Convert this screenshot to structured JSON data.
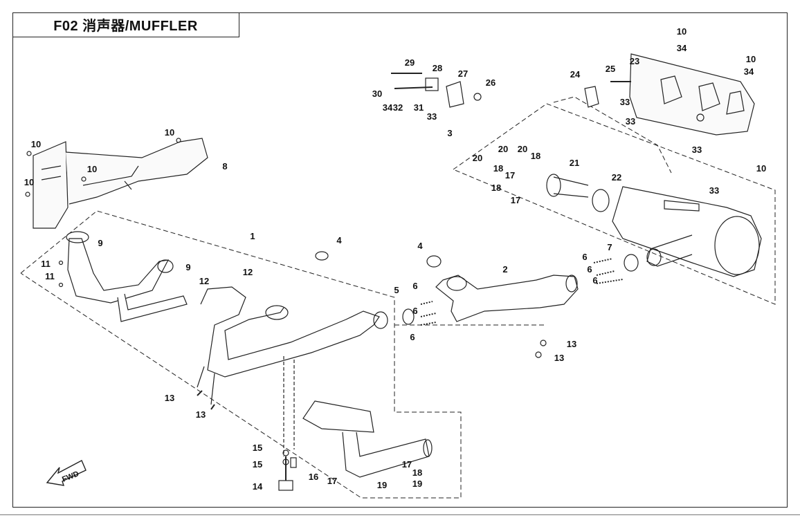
{
  "diagram": {
    "title": "F02 消声器/MUFFLER",
    "fwd_label": "FWD",
    "callouts": [
      {
        "n": "1"
      },
      {
        "n": "2"
      },
      {
        "n": "3"
      },
      {
        "n": "4"
      },
      {
        "n": "4"
      },
      {
        "n": "5"
      },
      {
        "n": "6"
      },
      {
        "n": "6"
      },
      {
        "n": "6"
      },
      {
        "n": "6"
      },
      {
        "n": "6"
      },
      {
        "n": "6"
      },
      {
        "n": "7"
      },
      {
        "n": "8"
      },
      {
        "n": "9"
      },
      {
        "n": "9"
      },
      {
        "n": "10"
      },
      {
        "n": "10"
      },
      {
        "n": "10"
      },
      {
        "n": "10"
      },
      {
        "n": "10"
      },
      {
        "n": "10"
      },
      {
        "n": "10"
      },
      {
        "n": "11"
      },
      {
        "n": "11"
      },
      {
        "n": "12"
      },
      {
        "n": "12"
      },
      {
        "n": "13"
      },
      {
        "n": "13"
      },
      {
        "n": "13"
      },
      {
        "n": "13"
      },
      {
        "n": "14"
      },
      {
        "n": "15"
      },
      {
        "n": "15"
      },
      {
        "n": "16"
      },
      {
        "n": "17"
      },
      {
        "n": "17"
      },
      {
        "n": "17"
      },
      {
        "n": "17"
      },
      {
        "n": "18"
      },
      {
        "n": "18"
      },
      {
        "n": "18"
      },
      {
        "n": "18"
      },
      {
        "n": "19"
      },
      {
        "n": "19"
      },
      {
        "n": "20"
      },
      {
        "n": "20"
      },
      {
        "n": "20"
      },
      {
        "n": "21"
      },
      {
        "n": "22"
      },
      {
        "n": "23"
      },
      {
        "n": "24"
      },
      {
        "n": "25"
      },
      {
        "n": "26"
      },
      {
        "n": "27"
      },
      {
        "n": "28"
      },
      {
        "n": "29"
      },
      {
        "n": "30"
      },
      {
        "n": "31"
      },
      {
        "n": "32"
      },
      {
        "n": "33"
      },
      {
        "n": "33"
      },
      {
        "n": "33"
      },
      {
        "n": "33"
      },
      {
        "n": "33"
      },
      {
        "n": "34"
      },
      {
        "n": "34"
      },
      {
        "n": "34"
      }
    ]
  }
}
